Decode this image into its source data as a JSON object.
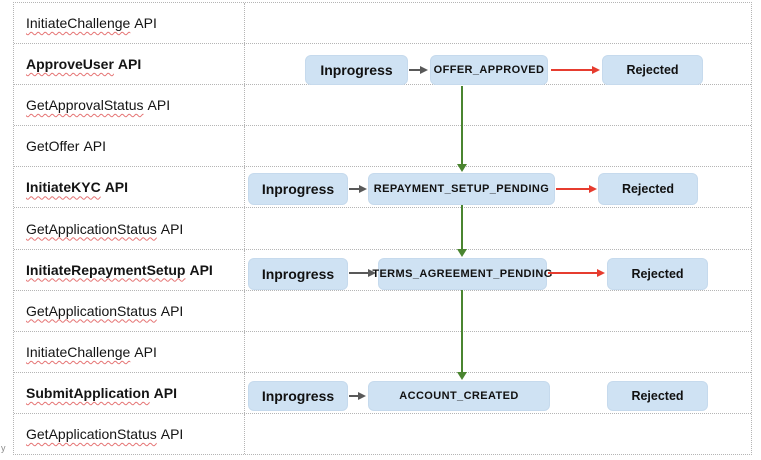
{
  "api_suffix": "API",
  "left_column": {
    "rows": [
      {
        "word": "InitiateChallenge",
        "bold": false,
        "misspelled": true
      },
      {
        "word": "ApproveUser",
        "bold": true,
        "misspelled": true
      },
      {
        "word": "GetApprovalStatus",
        "bold": false,
        "misspelled": true
      },
      {
        "word": "GetOffer",
        "bold": false,
        "misspelled": false
      },
      {
        "word": "InitiateKYC",
        "bold": true,
        "misspelled": true
      },
      {
        "word": "GetApplicationStatus",
        "bold": false,
        "misspelled": true
      },
      {
        "word": "InitiateRepaymentSetup",
        "bold": true,
        "misspelled": true
      },
      {
        "word": "GetApplicationStatus",
        "bold": false,
        "misspelled": true
      },
      {
        "word": "InitiateChallenge",
        "bold": false,
        "misspelled": true
      },
      {
        "word": "SubmitApplication",
        "bold": true,
        "misspelled": true
      },
      {
        "word": "GetApplicationStatus",
        "bold": false,
        "misspelled": true
      }
    ]
  },
  "flows": [
    {
      "start": "Inprogress",
      "state": "OFFER_APPROVED",
      "reject": "Rejected",
      "has_reject_arrow": true
    },
    {
      "start": "Inprogress",
      "state": "REPAYMENT_SETUP_PENDING",
      "reject": "Rejected",
      "has_reject_arrow": true
    },
    {
      "start": "Inprogress",
      "state": "TERMS_AGREEMENT_PENDING",
      "reject": "Rejected",
      "has_reject_arrow": true
    },
    {
      "start": "Inprogress",
      "state": "ACCOUNT_CREATED",
      "reject": "Rejected",
      "has_reject_arrow": false
    }
  ],
  "colors": {
    "node_fill": "#cfe2f3",
    "node_border": "#c6daed",
    "arrow_gray": "#595959",
    "arrow_red": "#e63c2f",
    "arrow_green": "#4a8530",
    "squiggle_red": "#e57373",
    "grid_line": "#b5b5b5"
  },
  "corner_text": "y"
}
